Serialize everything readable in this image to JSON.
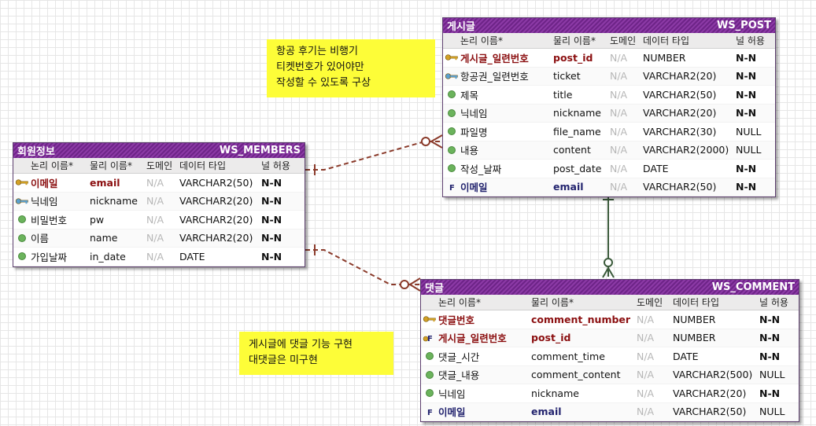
{
  "headers": {
    "logical": "논리 이름*",
    "physical": "물리 이름*",
    "domain": "도메인",
    "type": "데이터 타입",
    "null": "널 허용"
  },
  "entities": {
    "members": {
      "name": "회원정보",
      "table": "WS_MEMBERS",
      "rows": [
        {
          "key": "pk",
          "logical": "이메일",
          "physical": "email",
          "domain": "N/A",
          "type": "VARCHAR2(50)",
          "null": "N-N"
        },
        {
          "key": "ak",
          "logical": "닉네임",
          "physical": "nickname",
          "domain": "N/A",
          "type": "VARCHAR2(20)",
          "null": "N-N"
        },
        {
          "key": "attr",
          "logical": "비밀번호",
          "physical": "pw",
          "domain": "N/A",
          "type": "VARCHAR2(20)",
          "null": "N-N"
        },
        {
          "key": "attr",
          "logical": "이름",
          "physical": "name",
          "domain": "N/A",
          "type": "VARCHAR2(20)",
          "null": "N-N"
        },
        {
          "key": "attr",
          "logical": "가입날짜",
          "physical": "in_date",
          "domain": "N/A",
          "type": "DATE",
          "null": "N-N"
        }
      ]
    },
    "post": {
      "name": "게시글",
      "table": "WS_POST",
      "rows": [
        {
          "key": "pk",
          "logical": "게시글_일련번호",
          "physical": "post_id",
          "domain": "N/A",
          "type": "NUMBER",
          "null": "N-N"
        },
        {
          "key": "ak",
          "logical": "항공권_일련번호",
          "physical": "ticket",
          "domain": "N/A",
          "type": "VARCHAR2(20)",
          "null": "N-N"
        },
        {
          "key": "attr",
          "logical": "제목",
          "physical": "title",
          "domain": "N/A",
          "type": "VARCHAR2(50)",
          "null": "N-N"
        },
        {
          "key": "attr",
          "logical": "닉네임",
          "physical": "nickname",
          "domain": "N/A",
          "type": "VARCHAR2(20)",
          "null": "N-N"
        },
        {
          "key": "attr",
          "logical": "파일명",
          "physical": "file_name",
          "domain": "N/A",
          "type": "VARCHAR2(30)",
          "null": "NULL"
        },
        {
          "key": "attr",
          "logical": "내용",
          "physical": "content",
          "domain": "N/A",
          "type": "VARCHAR2(2000)",
          "null": "NULL"
        },
        {
          "key": "attr",
          "logical": "작성_날짜",
          "physical": "post_date",
          "domain": "N/A",
          "type": "DATE",
          "null": "N-N"
        },
        {
          "key": "fk",
          "logical": "이메일",
          "physical": "email",
          "domain": "N/A",
          "type": "VARCHAR2(50)",
          "null": "N-N"
        }
      ]
    },
    "comment": {
      "name": "댓글",
      "table": "WS_COMMENT",
      "rows": [
        {
          "key": "pk",
          "logical": "댓글번호",
          "physical": "comment_number",
          "domain": "N/A",
          "type": "NUMBER",
          "null": "N-N"
        },
        {
          "key": "pfk",
          "logical": "게시글_일련번호",
          "physical": "post_id",
          "domain": "N/A",
          "type": "NUMBER",
          "null": "N-N"
        },
        {
          "key": "attr",
          "logical": "댓글_시간",
          "physical": "comment_time",
          "domain": "N/A",
          "type": "DATE",
          "null": "N-N"
        },
        {
          "key": "attr",
          "logical": "댓글_내용",
          "physical": "comment_content",
          "domain": "N/A",
          "type": "VARCHAR2(500)",
          "null": "NULL"
        },
        {
          "key": "attr",
          "logical": "닉네임",
          "physical": "nickname",
          "domain": "N/A",
          "type": "VARCHAR2(20)",
          "null": "N-N"
        },
        {
          "key": "fk",
          "logical": "이메일",
          "physical": "email",
          "domain": "N/A",
          "type": "VARCHAR2(50)",
          "null": "NULL"
        }
      ]
    }
  },
  "notes": {
    "post_note": [
      "항공 후기는 비행기",
      "티켓번호가 있어야만",
      "작성할 수 있도록 구상"
    ],
    "comment_note": [
      "게시글에 댓글 기능 구현",
      "대댓글은 미구현"
    ]
  },
  "colors": {
    "entity_header": "#7a2f94",
    "primary_key": "#8b0f10",
    "foreign_key": "#22236e",
    "note_bg": "#fdfd38",
    "relation_dashed": "#8a3a2a",
    "relation_solid": "#3a5a3a"
  }
}
